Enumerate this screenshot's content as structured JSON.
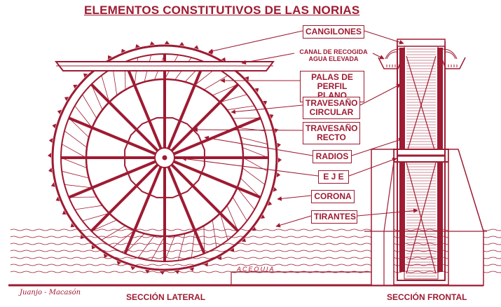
{
  "title": "ELEMENTOS CONSTITUTIVOS DE LAS NORIAS",
  "labels": {
    "cangilones": "CANGILONES",
    "canal": "CANAL DE RECOGIDA\nAGUA ELEVADA",
    "palas": "PALAS DE\nPERFIL PLANO",
    "travesano_circular": "TRAVESAÑO\nCIRCULAR",
    "travesano_recto": "TRAVESAÑO\nRECTO",
    "radios": "RADIOS",
    "eje": "E J E",
    "corona": "CORONA",
    "tirantes": "TIRANTES"
  },
  "acequia": "ACEQUIA",
  "captions": {
    "lateral": "SECCIÓN LATERAL",
    "frontal": "SECCIÓN FRONTAL"
  },
  "signature": "Juanjo - Macasón",
  "colors": {
    "ink": "#9e1b32",
    "background": "#ffffff"
  }
}
